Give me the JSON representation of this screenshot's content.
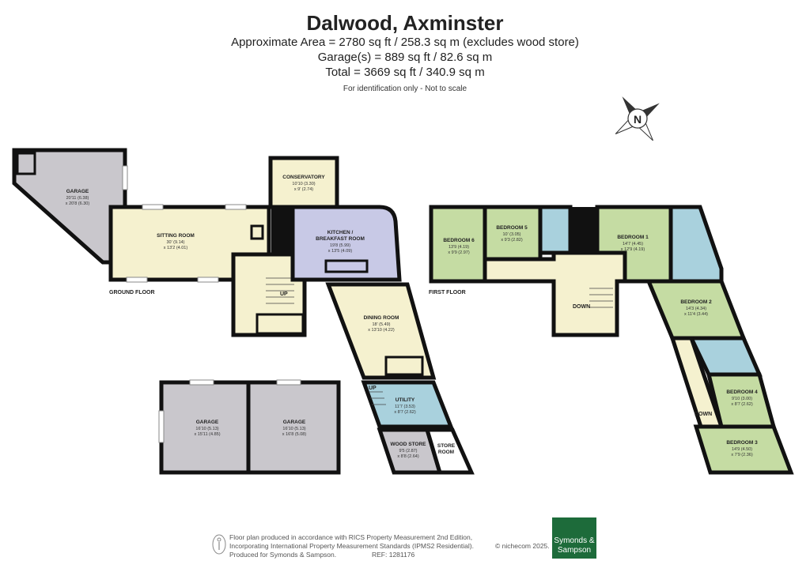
{
  "header": {
    "title": "Dalwood, Axminster",
    "area_lines": [
      "Approximate Area = 2780 sq ft / 258.3 sq m (excludes wood store)",
      "Garage(s) = 889 sq ft / 82.6 sq m",
      "Total = 3669 sq ft / 340.9 sq m"
    ],
    "disclaimer": "For identification only - Not to scale"
  },
  "compass": {
    "label": "N"
  },
  "floors": {
    "ground": "GROUND FLOOR",
    "first": "FIRST FLOOR"
  },
  "stairs": {
    "up": "UP",
    "down": "DOWN"
  },
  "rooms": {
    "garage_main": {
      "name": "GARAGE",
      "dim1": "20'11 (6.38)",
      "dim2": "x 20'8 (6.30)"
    },
    "sitting_room": {
      "name": "SITTING ROOM",
      "dim1": "30' (9.14)",
      "dim2": "x 13'2 (4.01)"
    },
    "conservatory": {
      "name": "CONSERVATORY",
      "dim1": "10'10 (3.30)",
      "dim2": "x 9' (2.74)"
    },
    "kitchen": {
      "name1": "KITCHEN /",
      "name2": "BREAKFAST ROOM",
      "dim1": "19'8 (5.99)",
      "dim2": "x 13'5 (4.09)"
    },
    "dining_room": {
      "name": "DINING ROOM",
      "dim1": "18' (5.49)",
      "dim2": "x 13'10 (4.22)"
    },
    "utility": {
      "name": "UTILITY",
      "dim1": "11'7 (3.53)",
      "dim2": "x 8'7 (2.62)"
    },
    "wood_store": {
      "name": "WOOD STORE",
      "dim1": "9'5 (2.87)",
      "dim2": "x 8'8 (2.64)"
    },
    "store_room": {
      "name1": "STORE",
      "name2": "ROOM"
    },
    "garage_left": {
      "name": "GARAGE",
      "dim1": "16'10 (5.13)",
      "dim2": "x 15'11 (4.85)"
    },
    "garage_right": {
      "name": "GARAGE",
      "dim1": "16'10 (5.13)",
      "dim2": "x 16'8 (5.08)"
    },
    "bedroom6": {
      "name": "BEDROOM 6",
      "dim1": "13'9 (4.19)",
      "dim2": "x 9'9 (2.97)"
    },
    "bedroom5": {
      "name": "BEDROOM 5",
      "dim1": "10' (3.05)",
      "dim2": "x 9'3 (2.82)"
    },
    "bedroom1": {
      "name": "BEDROOM 1",
      "dim1": "14'7 (4.45)",
      "dim2": "x 12'9 (4.19)"
    },
    "bedroom2": {
      "name": "BEDROOM 2",
      "dim1": "14'3 (4.34)",
      "dim2": "x 11'4 (3.44)"
    },
    "bedroom4": {
      "name": "BEDROOM 4",
      "dim1": "9'10 (3.00)",
      "dim2": "x 8'7 (2.62)"
    },
    "bedroom3": {
      "name": "BEDROOM 3",
      "dim1": "14'9 (4.50)",
      "dim2": "x 7'9 (2.36)"
    }
  },
  "colors": {
    "garage": "#c9c7cc",
    "living": "#f5f1cf",
    "kitchen": "#c8c9e6",
    "bedroom": "#c5dca3",
    "bathroom": "#a9d1dd",
    "landing": "#f5f1cf",
    "brand": "#1d6b3a"
  },
  "footer": {
    "lines": [
      "Floor plan produced in accordance with RICS Property Measurement 2nd Edition,",
      "Incorporating International Property Measurement Standards (IPMS2 Residential).",
      "Produced for Symonds & Sampson."
    ],
    "copyright": "© nichecom 2025.",
    "ref": "REF:  1281176",
    "agent_logo": "Symonds & Sampson"
  }
}
